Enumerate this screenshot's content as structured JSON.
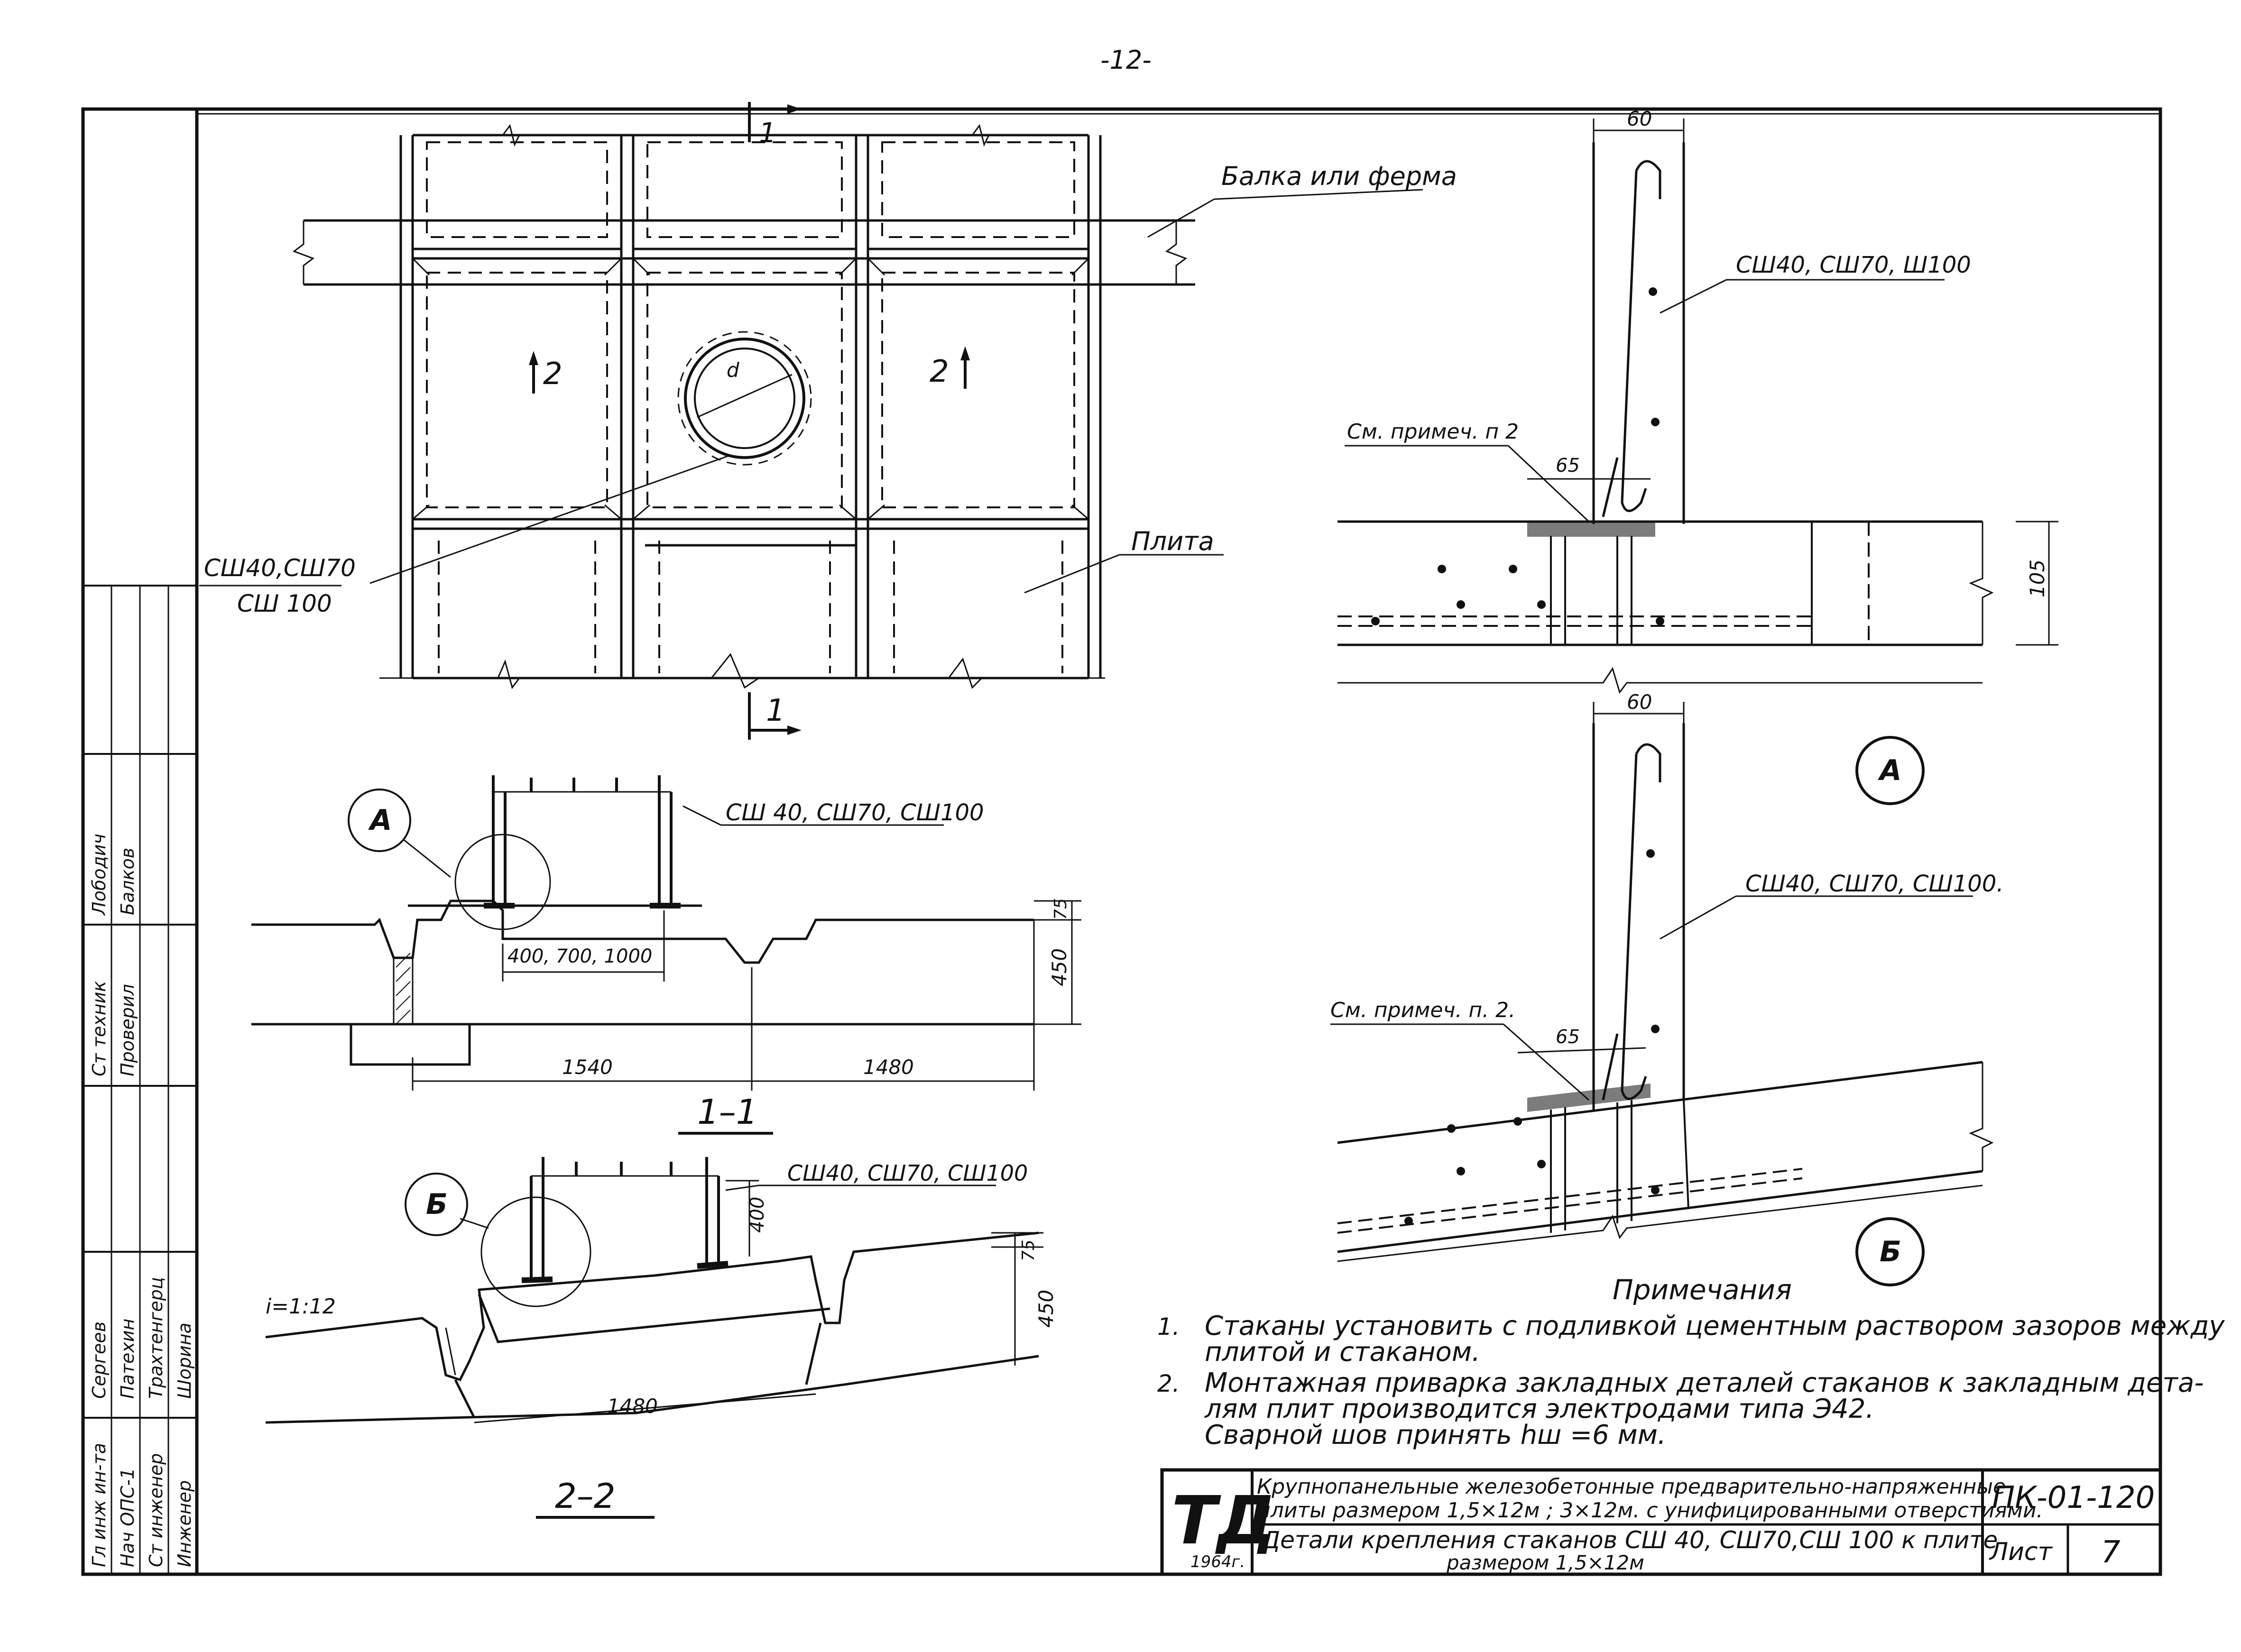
{
  "page_number": "-12-",
  "plan": {
    "callout_beam": "Балка или ферма",
    "callout_slab": "Плита",
    "callout_cups": [
      "СШ40,СШ70",
      "СШ 100"
    ],
    "section_1_marks": [
      "1",
      "1"
    ],
    "section_2_marks": [
      "2",
      "2"
    ],
    "diameter_mark": "d"
  },
  "section_1_1": {
    "title": "1–1",
    "cups_label": "СШ 40, СШ70, СШ100",
    "detail_mark": "А",
    "dim_width": "400, 700, 1000",
    "dim_75": "75",
    "dim_450": "450",
    "dim_1540": "1540",
    "dim_1480": "1480"
  },
  "section_2_2": {
    "title": "2–2",
    "cups_label": "СШ40, СШ70, СШ100",
    "detail_mark": "Б",
    "slope": "i=1:12",
    "dim_400": "400",
    "dim_75": "75",
    "dim_450": "450",
    "dim_1480": "1480"
  },
  "detail_A": {
    "mark": "А",
    "dim_60": "60",
    "cups_label": "СШ40, СШ70, Ш100",
    "note_ref": "См. примеч. п 2",
    "dim_65": "65",
    "dim_105": "105"
  },
  "detail_B": {
    "mark": "Б",
    "dim_60": "60",
    "cups_label": "СШ40, СШ70, СШ100.",
    "note_ref": "См. примеч. п. 2.",
    "dim_65": "65"
  },
  "notes": {
    "heading": "Примечания",
    "items": [
      {
        "num": "1.",
        "lines": [
          "Стаканы установить с подливкой цементным раствором зазоров между",
          "плитой и стаканом."
        ]
      },
      {
        "num": "2.",
        "lines": [
          "Монтажная приварка закладных деталей стаканов к закладным дета-",
          "лям плит производится электродами типа Э42.",
          "Сварной шов принять hш =6 мм."
        ]
      }
    ]
  },
  "title_block": {
    "logo": "ТД",
    "year": "1964г.",
    "title_line1": "Крупнопанельные железобетонные предварительно-напряженные",
    "title_line2": "плиты размером 1,5×12м ; 3×12м. с унифицированными отверстиями.",
    "code": "ПК-01-120",
    "sheet_title_line1": "Детали крепления стаканов СШ 40, СШ70,СШ 100  к плите",
    "sheet_title_line2": "размером 1,5×12м",
    "sheet_label": "Лист",
    "sheet_number": "7"
  },
  "side_stamp": {
    "roles": [
      "Гл инж ин-та",
      "Нач ОПС-1",
      "Ст инженер",
      "Инженер"
    ],
    "names_a": [
      "Сергеев",
      "Патехин",
      "Трахтенгерц",
      "Шорина"
    ],
    "roles_b": [
      "Ст техник",
      "Проверил"
    ],
    "names_b": [
      "Лободич",
      "Балков"
    ]
  }
}
